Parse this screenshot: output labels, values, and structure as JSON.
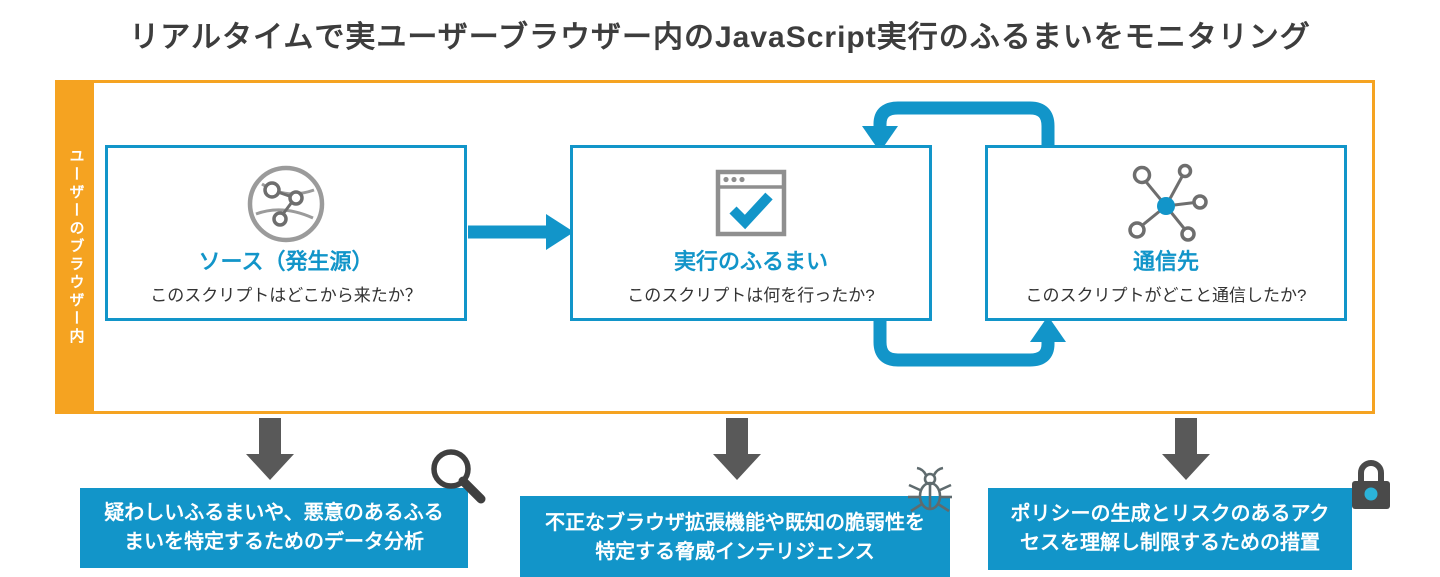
{
  "title": "リアルタイムで実ユーザーブラウザー内のJavaScript実行のふるまいをモニタリング",
  "browser_frame": {
    "label": "ユーザーのブラウザー内"
  },
  "nodes": [
    {
      "heading": "ソース（発生源）",
      "subtext": "このスクリプトはどこから来たか？",
      "icon": "globe-network-icon"
    },
    {
      "heading": "実行のふるまい",
      "subtext": "このスクリプトは何を行ったか?",
      "icon": "browser-check-icon"
    },
    {
      "heading": "通信先",
      "subtext": "このスクリプトがどこと通信したか?",
      "icon": "network-hub-icon"
    }
  ],
  "outcomes": [
    {
      "text": "疑わしいふるまいや、悪意のあるふるまいを特定するためのデータ分析",
      "icon": "magnifier-icon"
    },
    {
      "text": "不正なブラウザ拡張機能や既知の脆弱性を特定する脅威インテリジェンス",
      "icon": "bug-icon"
    },
    {
      "text": "ポリシーの生成とリスクのあるアクセスを理解し制限するための措置",
      "icon": "lock-icon"
    }
  ],
  "colors": {
    "accent_cyan": "#1295C9",
    "accent_orange": "#F5A321",
    "arrow_gray": "#595959",
    "title_gray": "#3d3d3d"
  }
}
